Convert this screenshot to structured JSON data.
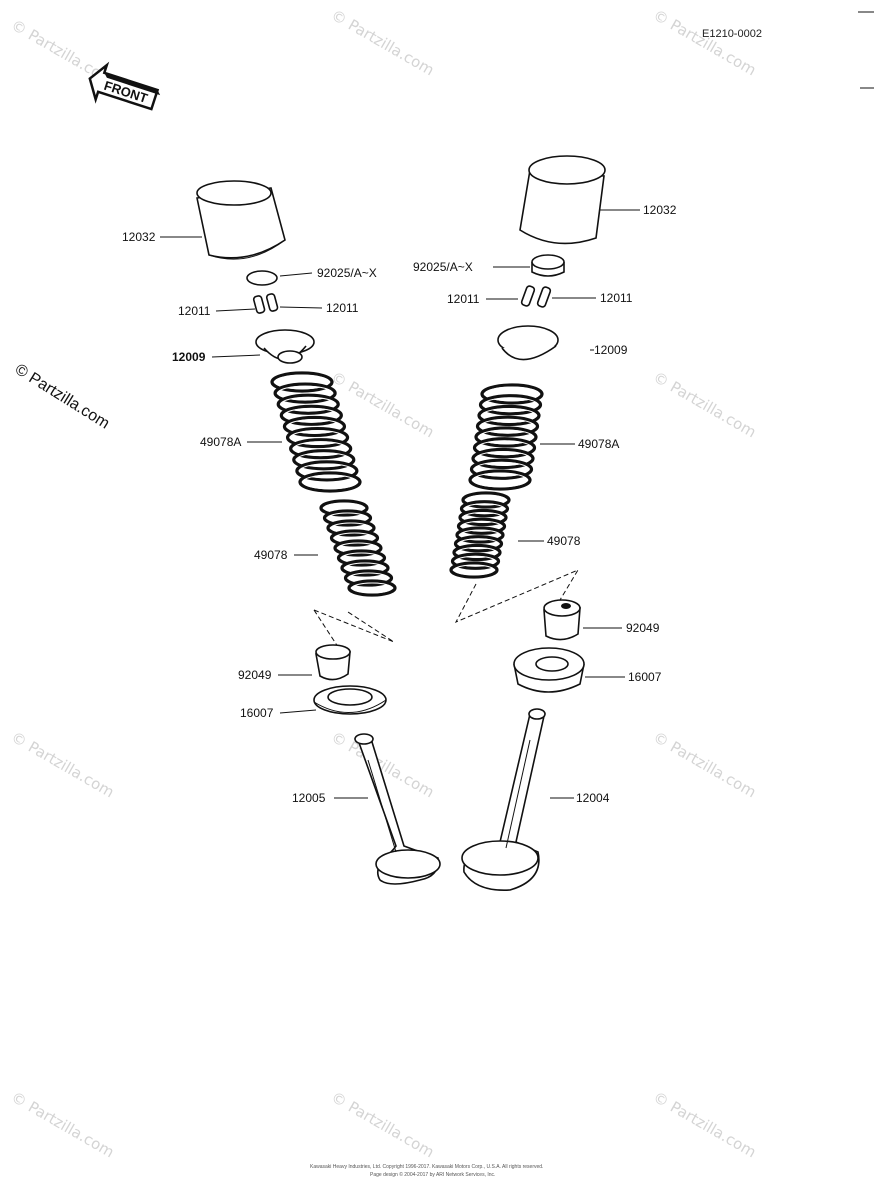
{
  "diagram_code": "E1210-0002",
  "front_label": "FRONT",
  "watermark": "© Partzilla.com",
  "footer": {
    "line1": "Kawasaki Heavy Industries, Ltd. Copyright 1996-2017. Kawasaki Motors Corp., U.S.A. All rights reserved.",
    "line2": "Page design © 2004-2017 by ARI Network Services, Inc."
  },
  "labels": {
    "l_12032": "12032",
    "r_12032": "12032",
    "l_92025": "92025/A~X",
    "r_92025": "92025/A~X",
    "l_12011a": "12011",
    "l_12011b": "12011",
    "r_12011a": "12011",
    "r_12011b": "12011",
    "l_12009": "12009",
    "r_12009": "12009",
    "l_49078A": "49078A",
    "r_49078A": "49078A",
    "l_49078": "49078",
    "r_49078": "49078",
    "l_92049": "92049",
    "r_92049": "92049",
    "l_16007": "16007",
    "r_16007": "16007",
    "l_12005": "12005",
    "r_12004": "12004"
  }
}
